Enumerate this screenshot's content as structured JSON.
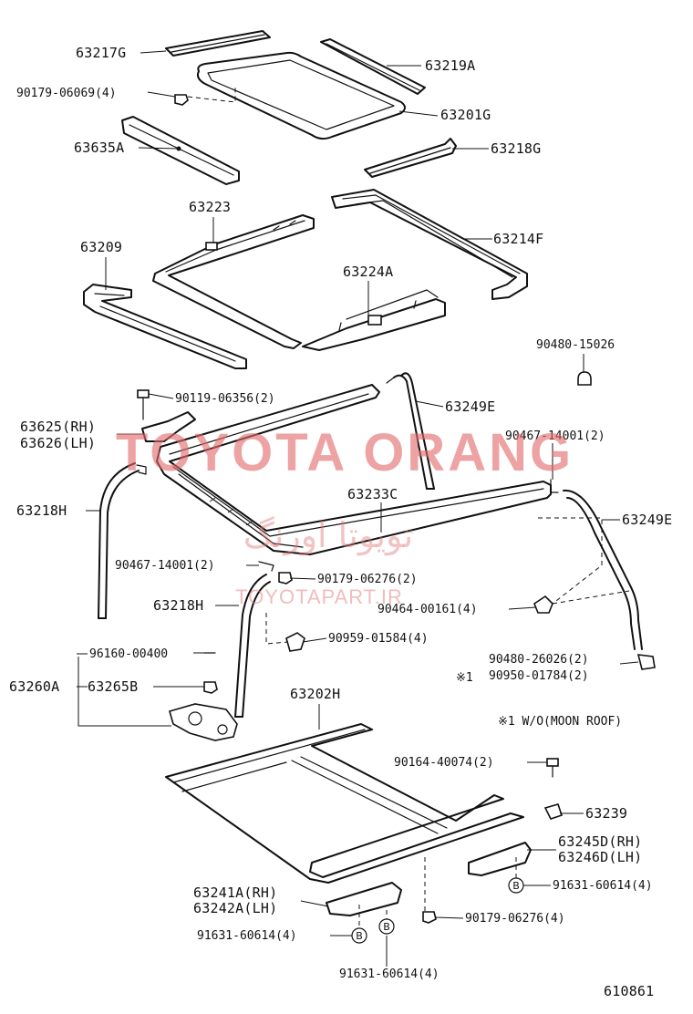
{
  "labels": {
    "p63217G": "63217G",
    "p63219A": "63219A",
    "p90179_06069": "90179-06069(4)",
    "p63201G": "63201G",
    "p63635A": "63635A",
    "p63218G": "63218G",
    "p63223": "63223",
    "p63214F": "63214F",
    "p63209": "63209",
    "p63224A": "63224A",
    "p90480_15026": "90480-15026",
    "p90119_06356": "90119-06356(2)",
    "p63249E_top": "63249E",
    "p63625RH": "63625(RH)",
    "p63626LH": "63626(LH)",
    "p90467_14001_a": "90467-14001(2)",
    "p63218H_left": "63218H",
    "p63233C": "63233C",
    "p63249E_right": "63249E",
    "p90467_14001_b": "90467-14001(2)",
    "p90179_06276_a": "90179-06276(2)",
    "p63218H_mid": "63218H",
    "p90464_00161": "90464-00161(4)",
    "p90959_01584": "90959-01584(4)",
    "p96160_00400": "96160-00400",
    "p90480_26026": "90480-26026(2)",
    "p90950_01784": "90950-01784(2)",
    "note_mark": "※1",
    "p63260A": "63260A",
    "p63265B": "63265B",
    "p63202H": "63202H",
    "note": "※1 W/O(MOON ROOF)",
    "p90164_40074": "90164-40074(2)",
    "p63239": "63239",
    "p63245DRH": "63245D(RH)",
    "p63246DLH": "63246D(LH)",
    "p63241ARH": "63241A(RH)",
    "p63242ALH": "63242A(LH)",
    "p91631_60614_r": "91631-60614(4)",
    "p90179_06276_b": "90179-06276(4)",
    "p91631_60614_l": "91631-60614(4)",
    "p91631_60614_b": "91631-60614(4)",
    "circle_b": "B",
    "drawing_no": "610861"
  },
  "watermark": {
    "brand": "TOYOTA ORANG",
    "persian": "تویوتا اورنگ",
    "site": "TOYOTAPART.IR",
    "color": "#e26b6b"
  },
  "colors": {
    "line": "#111111",
    "background": "#ffffff"
  }
}
